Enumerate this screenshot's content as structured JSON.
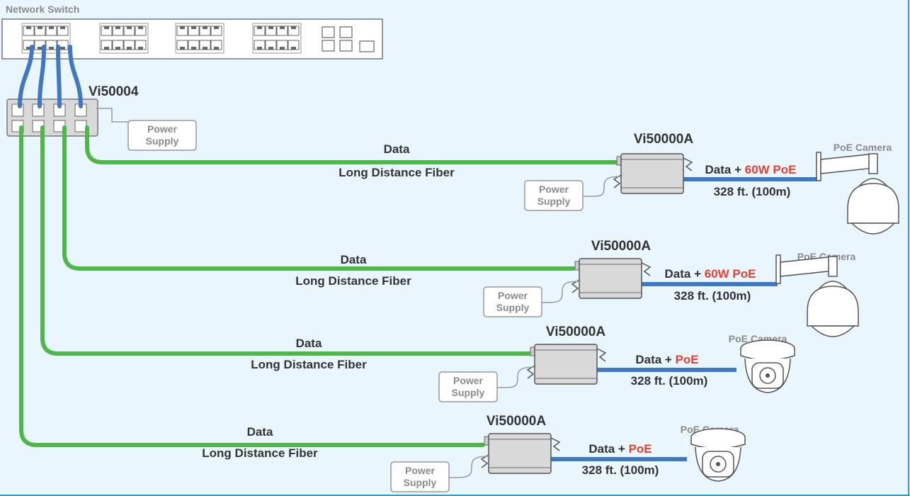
{
  "switch": {
    "title": "Network Switch"
  },
  "hub": {
    "model": "Vi50004",
    "power_label": [
      "Power",
      "Supply"
    ]
  },
  "links": [
    {
      "model": "Vi50000A",
      "fiber_top": "Data",
      "fiber_bottom": "Long Distance Fiber",
      "data_prefix": "Data + ",
      "poe": "60W PoE",
      "distance": "328 ft. (100m)",
      "camera": "PoE Camera",
      "camera_type": "ptz",
      "power_label": [
        "Power",
        "Supply"
      ]
    },
    {
      "model": "Vi50000A",
      "fiber_top": "Data",
      "fiber_bottom": "Long Distance Fiber",
      "data_prefix": "Data + ",
      "poe": "60W PoE",
      "distance": "328 ft. (100m)",
      "camera": "PoE Camera",
      "camera_type": "ptz",
      "power_label": [
        "Power",
        "Supply"
      ]
    },
    {
      "model": "Vi50000A",
      "fiber_top": "Data",
      "fiber_bottom": "Long Distance Fiber",
      "data_prefix": "Data + ",
      "poe": "PoE",
      "distance": "328 ft. (100m)",
      "camera": "PoE Camera",
      "camera_type": "dome",
      "power_label": [
        "Power",
        "Supply"
      ]
    },
    {
      "model": "Vi50000A",
      "fiber_top": "Data",
      "fiber_bottom": "Long Distance Fiber",
      "data_prefix": "Data + ",
      "poe": "PoE",
      "distance": "328 ft. (100m)",
      "camera": "PoE Camera",
      "camera_type": "dome",
      "power_label": [
        "Power",
        "Supply"
      ]
    }
  ],
  "colors": {
    "fiber": "#4db848",
    "copper": "#3f78c4",
    "accent": "#e8402e",
    "text": "#333333",
    "muted": "#8a8a8a"
  }
}
